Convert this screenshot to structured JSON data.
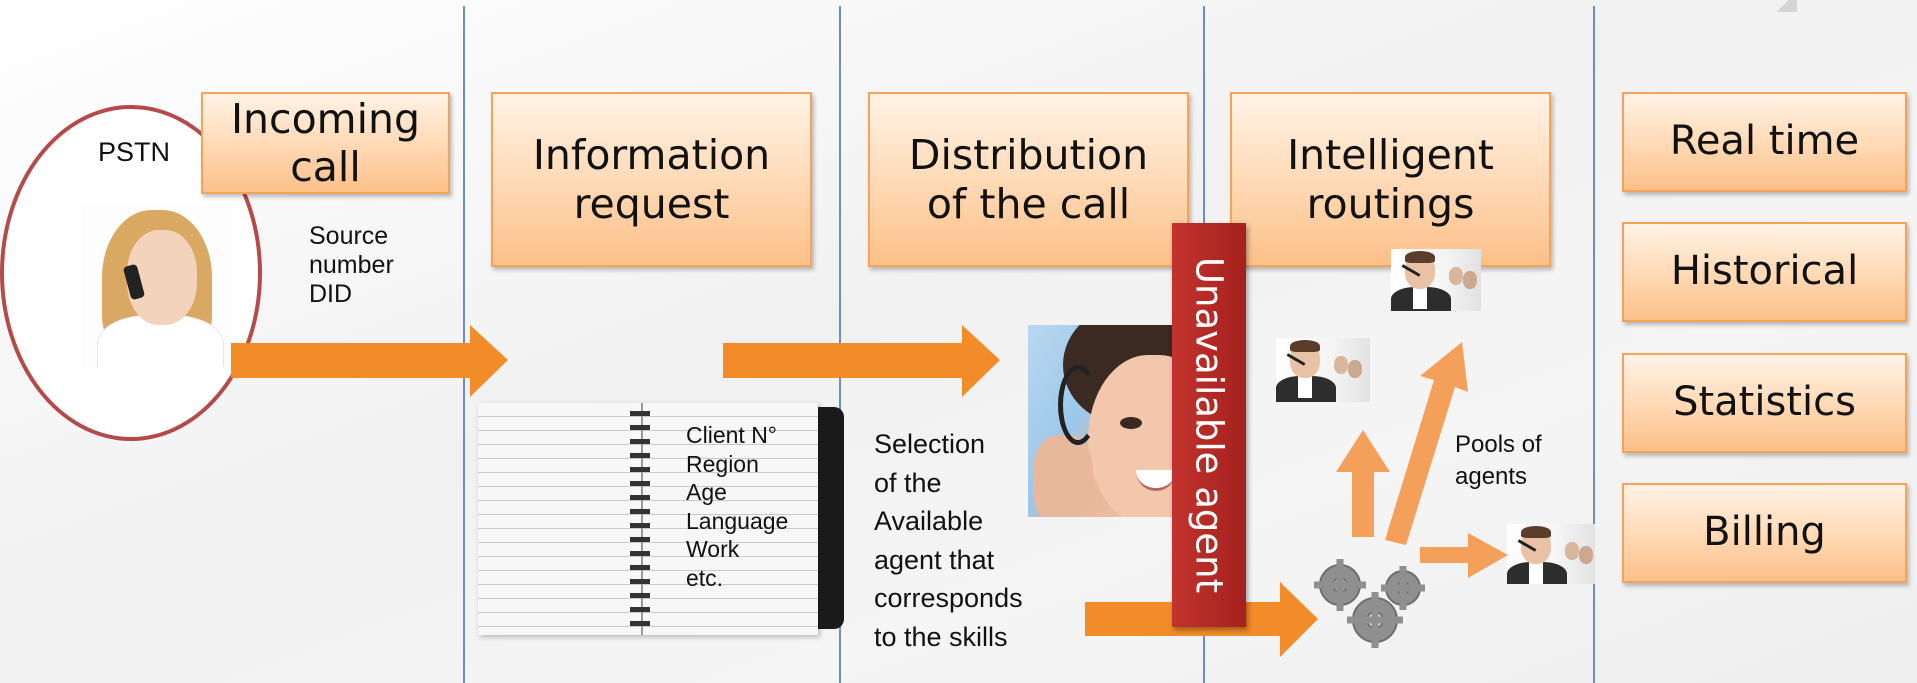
{
  "stages": {
    "incoming_call": "Incoming\ncall",
    "information_request": "Information\nrequest",
    "distribution": "Distribution\nof the call",
    "routings": "Intelligent\nroutings"
  },
  "pstn": {
    "label": "PSTN",
    "source_info": "Source\nnumber\nDID"
  },
  "notebook": {
    "fields": "Client N°\nRegion\nAge\nLanguage\nWork\netc."
  },
  "selection_text": "Selection\nof the\nAvailable\n agent that\ncorresponds\nto the skills",
  "unavailable_label": "Unavailable agent",
  "pools_label": "Pools of\nagents",
  "reports": {
    "real_time": "Real time",
    "historical": "Historical",
    "statistics": "Statistics",
    "billing": "Billing"
  },
  "colors": {
    "arrow": "#f28c28",
    "box_border": "#f4a45a",
    "banner": "#b52a25",
    "separator": "#6a8fc4",
    "ellipse_border": "#b54a4a"
  },
  "icons": [
    "gears-icon"
  ]
}
